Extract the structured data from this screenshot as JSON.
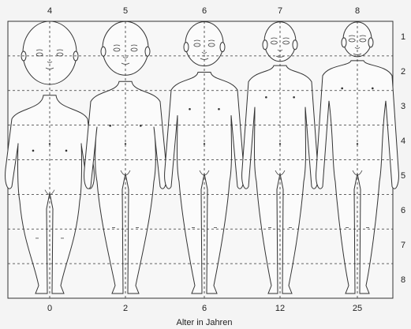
{
  "figure": {
    "top_labels": [
      "4",
      "5",
      "6",
      "7",
      "8"
    ],
    "row_labels": [
      "1",
      "2",
      "3",
      "4",
      "5",
      "6",
      "7",
      "8"
    ],
    "age_labels": [
      "0",
      "2",
      "6",
      "12",
      "25"
    ],
    "axis_caption": "Alter in Jahren"
  }
}
